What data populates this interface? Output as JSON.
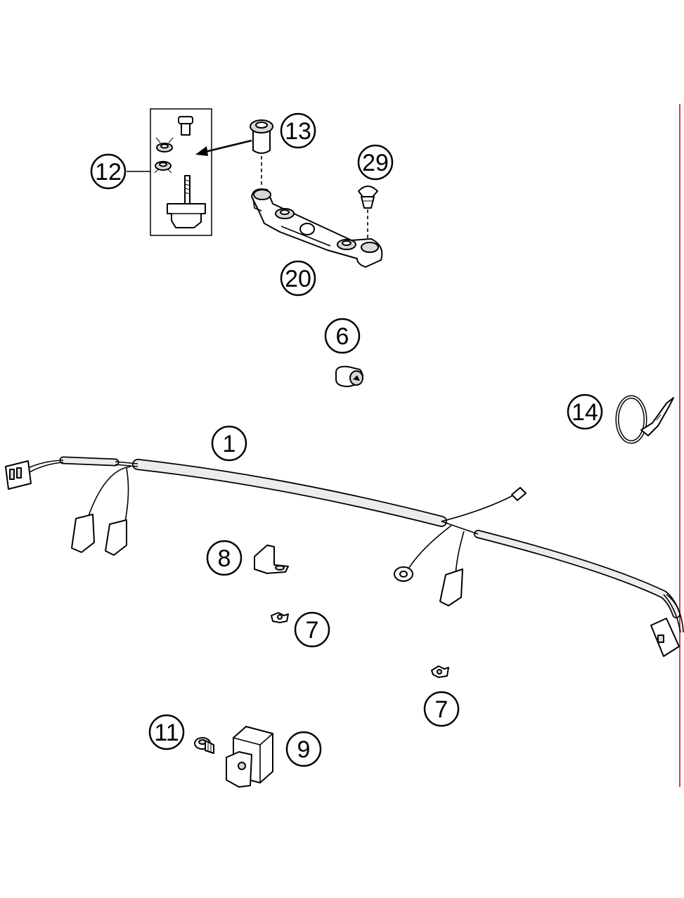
{
  "diagram": {
    "border_color": "#e53935",
    "callouts": [
      {
        "id": "c12",
        "label": "12"
      },
      {
        "id": "c13",
        "label": "13"
      },
      {
        "id": "c29",
        "label": "29"
      },
      {
        "id": "c20",
        "label": "20"
      },
      {
        "id": "c6",
        "label": "6"
      },
      {
        "id": "c14",
        "label": "14"
      },
      {
        "id": "c1",
        "label": "1"
      },
      {
        "id": "c8",
        "label": "8"
      },
      {
        "id": "c7a",
        "label": "7"
      },
      {
        "id": "c7b",
        "label": "7"
      },
      {
        "id": "c11",
        "label": "11"
      },
      {
        "id": "c9",
        "label": "9"
      }
    ]
  }
}
